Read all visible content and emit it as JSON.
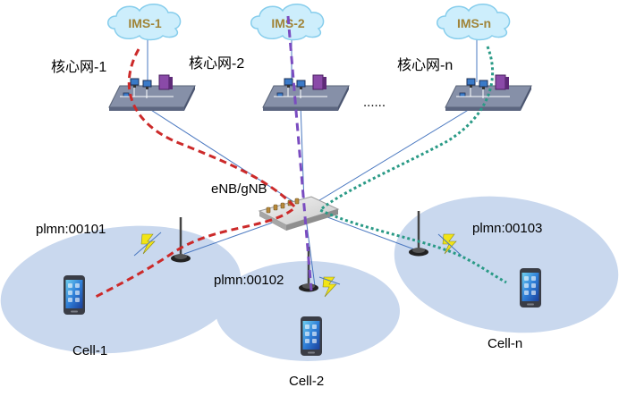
{
  "ims": [
    {
      "label": "IMS-1"
    },
    {
      "label": "IMS-2"
    },
    {
      "label": "IMS-n"
    }
  ],
  "core": [
    {
      "label": "核心网-1"
    },
    {
      "label": "核心网-2"
    },
    {
      "label": "核心网-n"
    }
  ],
  "core_ellipsis": "......",
  "base_station": {
    "label": "eNB/gNB"
  },
  "cells": [
    {
      "name": "Cell-1",
      "plmn": "plmn:00101"
    },
    {
      "name": "Cell-2",
      "plmn": "plmn:00102"
    },
    {
      "name": "Cell-n",
      "plmn": "plmn:00103"
    }
  ],
  "colors": {
    "cloud_fill": "#cdeefc",
    "cloud_stroke": "#86cdec",
    "cloud_text": "#a08438",
    "cell_fill": "#c9d8ee",
    "link": "#4a78c0",
    "path_1": "#cc2a2a",
    "path_2": "#7a4cc0",
    "path_n": "#2a9a86",
    "platform": "#7f8aa4",
    "bolt": "#f2e416"
  }
}
